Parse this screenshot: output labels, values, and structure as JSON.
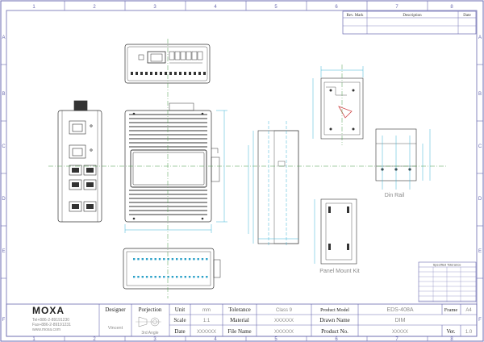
{
  "grid": {
    "columns": [
      "1",
      "2",
      "3",
      "4",
      "5",
      "6",
      "7",
      "8"
    ],
    "rows": [
      "A",
      "B",
      "C",
      "D",
      "E",
      "F"
    ]
  },
  "revision": {
    "headers": [
      "Rev. Mark",
      "Description",
      "Date"
    ]
  },
  "company": {
    "logo": "MOXA",
    "tel": "Tel+886-2-89191230",
    "fax": "Fax+886-2-89191231",
    "web": "www.moxa.com"
  },
  "title_block": {
    "designer_label": "Designer",
    "designer_value": "Vincent",
    "projection_label": "Porjection",
    "projection_value": "3rd Angle",
    "unit_label": "Unit",
    "unit_value": "mm",
    "scale_label": "Scale",
    "scale_value": "1:1",
    "date_label": "Date",
    "date_value": "XXXXXX",
    "tolerance_label": "Tolerance",
    "tolerance_value": "Class 9",
    "material_label": "Material",
    "material_value": "XXXXXX",
    "filename_label": "File Name",
    "filename_value": "XXXXXX",
    "product_model_label": "Product Model",
    "product_model_value": "EDS-408A",
    "drawn_name_label": "Drawn Name",
    "drawn_name_value": "DIM",
    "product_no_label": "Product No.",
    "product_no_value": "XXXXX",
    "frame_label": "Frame",
    "frame_value": "A4",
    "ver_label": "Ver.",
    "ver_value": "1.0"
  },
  "tolerance_table": {
    "title": "Specified Tolerance"
  },
  "labels": {
    "din_rail": "Din Rail",
    "panel_mount": "Panel Mount Kit"
  },
  "colors": {
    "frame": "#6a6ab0",
    "dim_line": "#3ab4d6",
    "center_line": "#4a9c4a",
    "drawing": "#333333",
    "highlight": "#d04a4a"
  }
}
